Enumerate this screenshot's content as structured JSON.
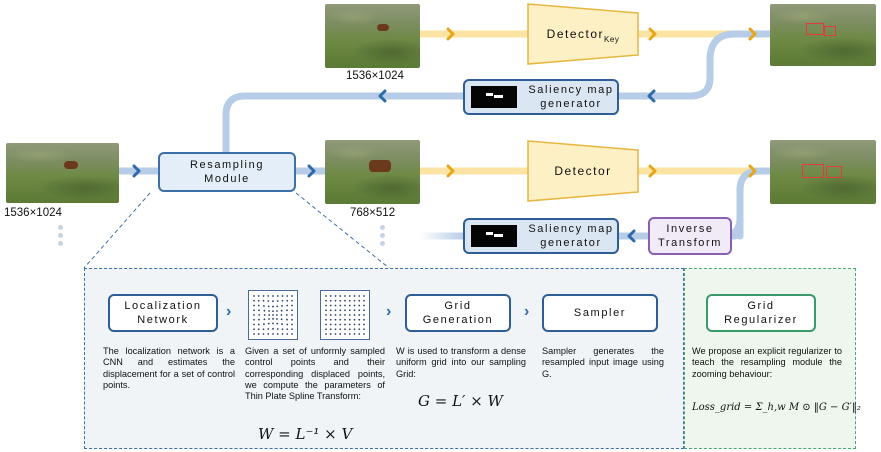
{
  "images": {
    "input_resolution": "1536×1024",
    "top_resolution": "1536×1024",
    "resampled_resolution": "768×512"
  },
  "blocks": {
    "detector_key": "Detector",
    "detector_key_sub": "Key",
    "detector": "Detector",
    "saliency_top": "Saliency map generator",
    "saliency_bottom": "Saliency map generator",
    "resampling": "Resampling Module",
    "inverse": "Inverse Transform"
  },
  "modules": [
    {
      "title": "Localization Network",
      "desc": "The localization network is a CNN and estimates the displacement for a set of control points."
    },
    {
      "title": "",
      "desc": "Given a set of unformly sampled control points and their corresponding displaced points, we compute the parameters of Thin Plate Spline Transform:",
      "equation": "W = L⁻¹ × V"
    },
    {
      "title": "Grid Generation",
      "desc": "W is used to transform a dense uniform grid into our sampling Grid:",
      "equation": "G = L′ × W"
    },
    {
      "title": "Sampler",
      "desc": "Sampler generates the resampled input image using G."
    }
  ],
  "regularizer": {
    "title": "Grid Regularizer",
    "desc": "We propose an explicit regularizer to teach the resampling module the zooming behaviour:",
    "equation": "Loss_grid = Σ_h,w M ⊙ ‖G − G′‖₂"
  },
  "colors": {
    "yellow_flow": "#fbe3a4",
    "blue_flow": "#b7cce6",
    "detector_fill": "#fdf0c4",
    "detector_stroke": "#e6b640",
    "saliency_fill": "#dbe6f3",
    "saliency_stroke": "#2f5d96",
    "inverse_stroke": "#8a5fb0",
    "regularizer_stroke": "#3a9a6a",
    "bbox": "#e23b3b"
  },
  "icons": [
    "chevron-right-icon",
    "chevron-left-icon",
    "control-grid-icon"
  ]
}
